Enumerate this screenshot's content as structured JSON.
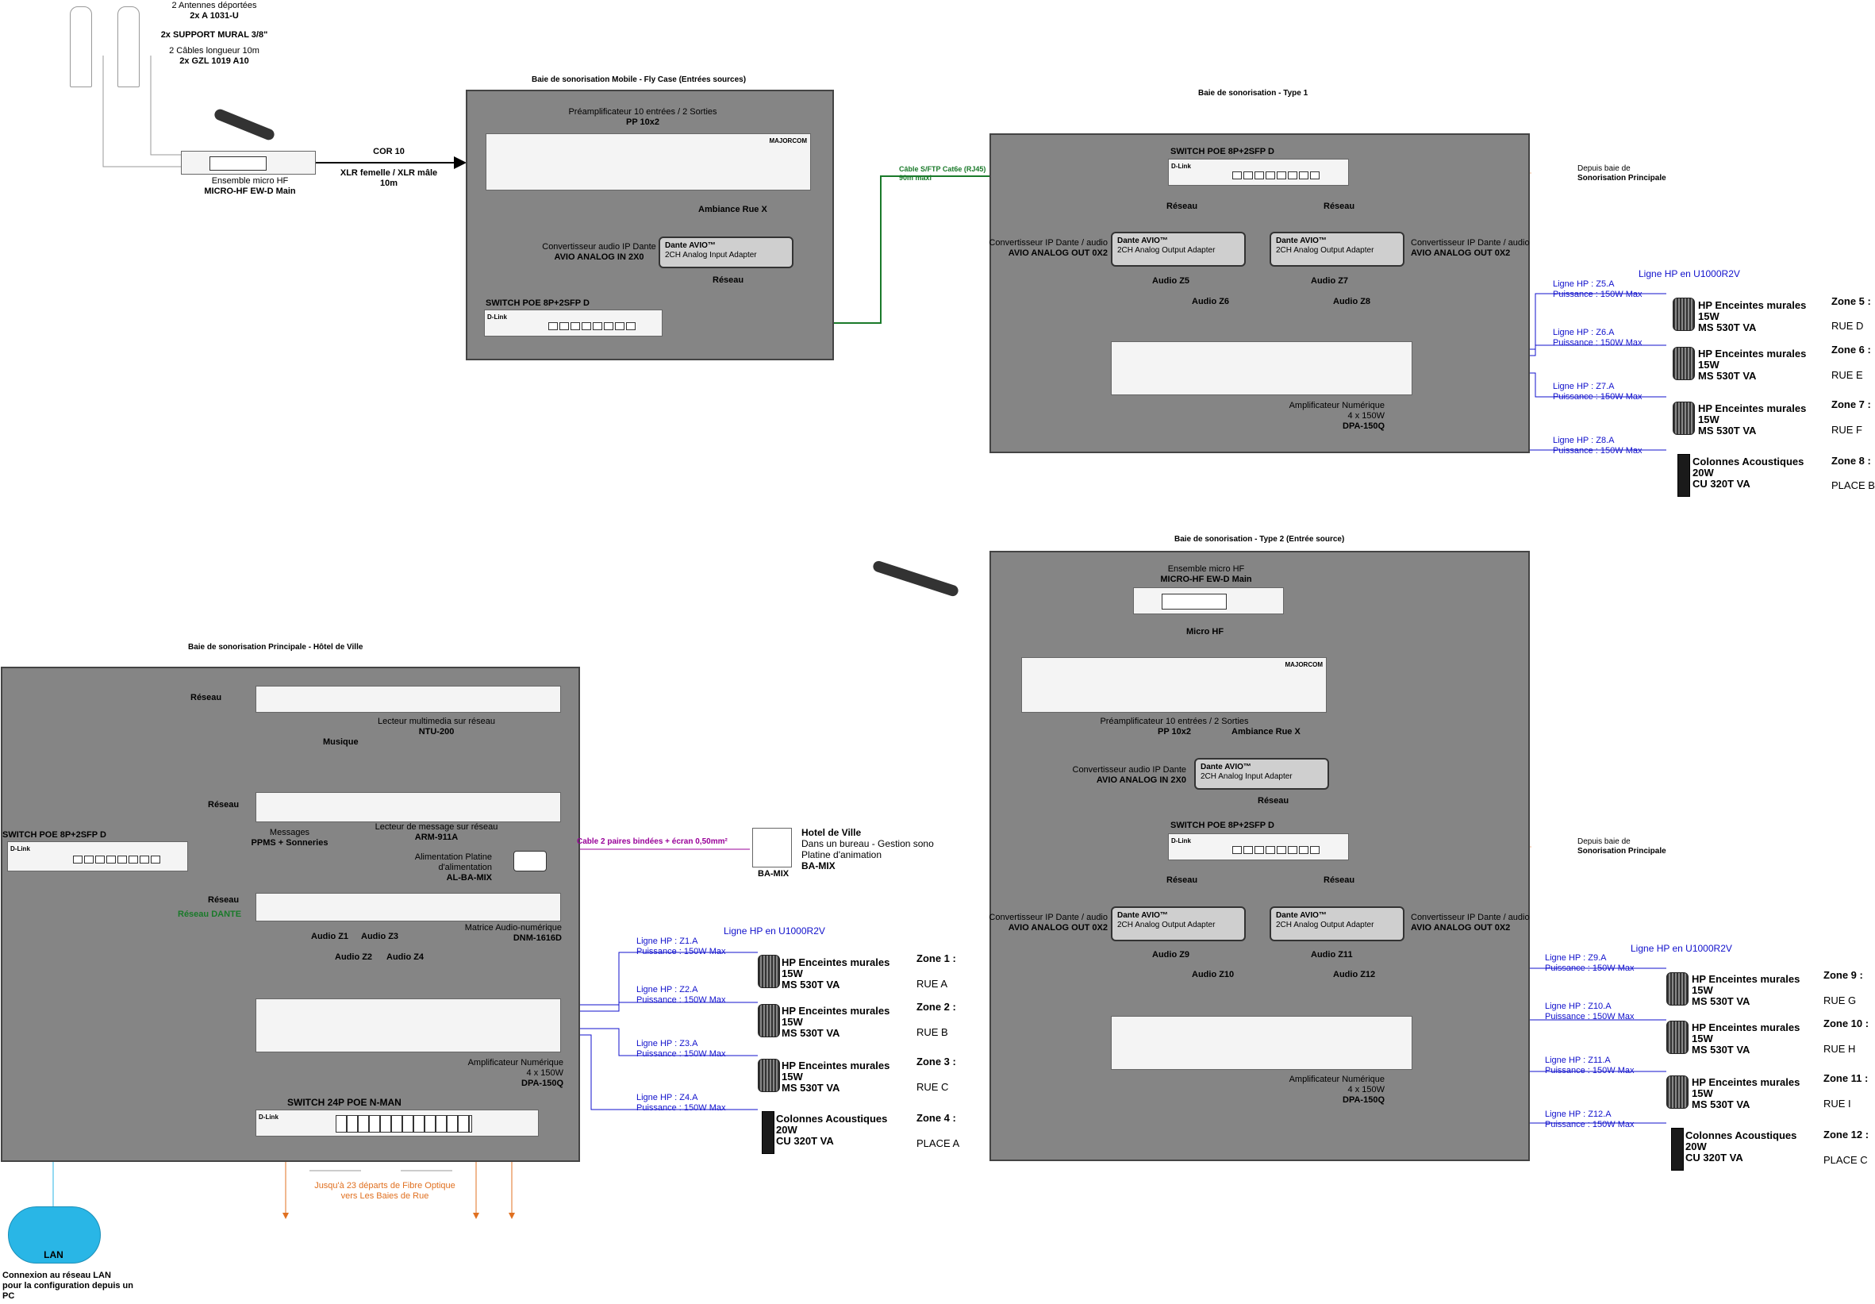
{
  "antenna": {
    "line1": "2 Antennes déportées",
    "line2": "2x A 1031-U",
    "line3": "2x SUPPORT MURAL 3/8\"",
    "line4": "2 Câbles longueur 10m",
    "line5": "2x GZL 1019 A10"
  },
  "micro_top": {
    "label1": "Ensemble micro HF",
    "label2": "MICRO-HF EW-D Main"
  },
  "link_top": {
    "cor": "COR 10",
    "xlr": "XLR femelle / XLR mâle",
    "len": "10m"
  },
  "mobile": {
    "title": "Baie de sonorisation Mobile - Fly Case (Entrées sources)",
    "preamp1": "Préamplificateur 10 entrées / 2 Sorties",
    "preamp2": "PP 10x2",
    "ambiance": "Ambiance Rue X",
    "conv1": "Convertisseur audio IP Dante",
    "conv2": "AVIO ANALOG IN 2X0",
    "reseau": "Réseau",
    "switch": "SWITCH POE 8P+2SFP D",
    "avio_in1": "Dante AVIO™",
    "avio_in2": "2CH Analog Input Adapter",
    "cable1": "Câble S/FTP Cat6e (RJ45)",
    "cable2": "90m maxi"
  },
  "type1": {
    "title": "Baie de sonorisation - Type 1",
    "switch": "SWITCH POE 8P+2SFP D",
    "depuis1": "Depuis baie de",
    "depuis2": "Sonorisation Principale",
    "reseau": "Réseau",
    "conv_left1": "Convertisseur IP Dante / audio",
    "conv_left2": "AVIO ANALOG OUT 0X2",
    "conv_right1": "Convertisseur IP Dante / audio",
    "conv_right2": "AVIO ANALOG OUT 0X2",
    "avio1": "Dante AVIO™",
    "avio2": "2CH Analog Output Adapter",
    "audio": [
      "Audio Z5",
      "Audio Z6",
      "Audio Z7",
      "Audio Z8"
    ],
    "amp1": "Amplificateur Numérique",
    "amp2": "4 x 150W",
    "amp3": "DPA-150Q",
    "ligne_u": "Ligne HP en U1000R2V",
    "lines": [
      {
        "l1": "Ligne HP :  Z5.A",
        "l2": "Puissance : 150W Max",
        "hp1": "HP Enceintes murales",
        "hp2": "15W",
        "hp3": "MS 530T VA",
        "zone": "Zone 5 :",
        "rue": "RUE D"
      },
      {
        "l1": "Ligne HP :  Z6.A",
        "l2": "Puissance : 150W Max",
        "hp1": "HP Enceintes murales",
        "hp2": "15W",
        "hp3": "MS 530T VA",
        "zone": "Zone 6 :",
        "rue": "RUE E"
      },
      {
        "l1": "Ligne HP :  Z7.A",
        "l2": "Puissance : 150W Max",
        "hp1": "HP Enceintes murales",
        "hp2": "15W",
        "hp3": "MS 530T VA",
        "zone": "Zone 7 :",
        "rue": "RUE F"
      },
      {
        "l1": "Ligne HP :  Z8.A",
        "l2": "Puissance : 150W Max",
        "hp1": "Colonnes Acoustiques",
        "hp2": "20W",
        "hp3": "CU 320T VA",
        "zone": "Zone 8 :",
        "rue": "PLACE B"
      }
    ]
  },
  "type2": {
    "title": "Baie de sonorisation - Type 2 (Entrée source)",
    "micro1": "Ensemble micro HF",
    "micro2": "MICRO-HF EW-D Main",
    "microhf": "Micro HF",
    "preamp1": "Préamplificateur 10 entrées / 2 Sorties",
    "preamp2": "PP 10x2",
    "ambiance": "Ambiance Rue X",
    "conv1": "Convertisseur audio IP Dante",
    "conv2": "AVIO ANALOG IN 2X0",
    "avio_in1": "Dante AVIO™",
    "avio_in2": "2CH Analog Input Adapter",
    "reseau": "Réseau",
    "switch": "SWITCH POE 8P+2SFP D",
    "depuis1": "Depuis baie de",
    "depuis2": "Sonorisation Principale",
    "conv_left1": "Convertisseur IP Dante / audio",
    "conv_left2": "AVIO ANALOG OUT 0X2",
    "conv_right1": "Convertisseur IP Dante / audio",
    "conv_right2": "AVIO ANALOG OUT 0X2",
    "avio1": "Dante AVIO™",
    "avio2": "2CH Analog Output Adapter",
    "audio": [
      "Audio Z9",
      "Audio Z10",
      "Audio Z11",
      "Audio Z12"
    ],
    "amp1": "Amplificateur Numérique",
    "amp2": "4 x 150W",
    "amp3": "DPA-150Q",
    "ligne_u": "Ligne HP en U1000R2V",
    "lines": [
      {
        "l1": "Ligne HP :  Z9.A",
        "l2": "Puissance : 150W Max",
        "hp1": "HP Enceintes murales",
        "hp2": "15W",
        "hp3": "MS 530T VA",
        "zone": "Zone 9 :",
        "rue": "RUE G"
      },
      {
        "l1": "Ligne HP :  Z10.A",
        "l2": "Puissance : 150W Max",
        "hp1": "HP Enceintes murales",
        "hp2": "15W",
        "hp3": "MS 530T VA",
        "zone": "Zone 10 :",
        "rue": "RUE H"
      },
      {
        "l1": "Ligne HP :  Z11.A",
        "l2": "Puissance : 150W Max",
        "hp1": "HP Enceintes murales",
        "hp2": "15W",
        "hp3": "MS 530T VA",
        "zone": "Zone 11 :",
        "rue": "RUE I"
      },
      {
        "l1": "Ligne HP :  Z12.A",
        "l2": "Puissance : 150W Max",
        "hp1": "Colonnes Acoustiques",
        "hp2": "20W",
        "hp3": "CU 320T VA",
        "zone": "Zone 12 :",
        "rue": "PLACE C"
      }
    ]
  },
  "main": {
    "title": "Baie de sonorisation Principale - Hôtel de Ville",
    "switch_small": "SWITCH POE 8P+2SFP D",
    "reseau1": "Réseau",
    "reseau2": "Réseau",
    "reseau3": "Réseau",
    "ntu1": "Lecteur multimedia sur réseau",
    "ntu2": "NTU-200",
    "musique": "Musique",
    "arm1": "Lecteur de message sur réseau",
    "arm2": "ARM-911A",
    "msg1": "Messages",
    "msg2": "PPMS + Sonneries",
    "alim1": "Alimentation Platine",
    "alim2": "d'alimentation",
    "alim3": "AL-BA-MIX",
    "reseau_dante": "Réseau DANTE",
    "matrice1": "Matrice Audio-numérique",
    "matrice2": "DNM-1616D",
    "audio": [
      "Audio Z1",
      "Audio Z2",
      "Audio Z3",
      "Audio Z4"
    ],
    "amp1": "Amplificateur Numérique",
    "amp2": "4 x 150W",
    "amp3": "DPA-150Q",
    "switch24": "SWITCH 24P POE N-MAN",
    "cable_pairs": "Cable 2 paires bindées + écran 0,50mm²",
    "hotel1": "Hotel de Ville",
    "hotel2": "Dans un bureau - Gestion sono",
    "hotel3": "Platine d'animation",
    "hotel4": "BA-MIX",
    "bamix": "BA-MIX",
    "fibre1": "Jusqu'à 23 départs de Fibre Optique",
    "fibre2": "vers Les Baies de Rue",
    "ligne_u": "Ligne HP en U1000R2V",
    "lines": [
      {
        "l1": "Ligne HP :  Z1.A",
        "l2": "Puissance : 150W Max",
        "hp1": "HP Enceintes murales",
        "hp2": "15W",
        "hp3": "MS 530T VA",
        "zone": "Zone 1 :",
        "rue": "RUE A"
      },
      {
        "l1": "Ligne HP :  Z2.A",
        "l2": "Puissance : 150W Max",
        "hp1": "HP Enceintes murales",
        "hp2": "15W",
        "hp3": "MS 530T VA",
        "zone": "Zone 2 :",
        "rue": "RUE B"
      },
      {
        "l1": "Ligne HP :  Z3.A",
        "l2": "Puissance : 150W Max",
        "hp1": "HP Enceintes murales",
        "hp2": "15W",
        "hp3": "MS 530T VA",
        "zone": "Zone 3 :",
        "rue": "RUE C"
      },
      {
        "l1": "Ligne HP :  Z4.A",
        "l2": "Puissance : 150W Max",
        "hp1": "Colonnes Acoustiques",
        "hp2": "20W",
        "hp3": "CU 320T VA",
        "zone": "Zone 4 :",
        "rue": "PLACE A"
      }
    ]
  },
  "lan": {
    "label": "LAN",
    "c1": "Connexion au réseau LAN",
    "c2": "pour la configuration depuis un",
    "c3": "PC"
  },
  "brand": {
    "dlink": "D-Link",
    "majorcom": "MAJORCOM"
  },
  "colors": {
    "panel": "#858585",
    "link_green": "#1a7a2a",
    "zone_blue": "#1111cc",
    "orange": "#e07020",
    "purple": "#990099",
    "cloud": "#29b6e6"
  }
}
